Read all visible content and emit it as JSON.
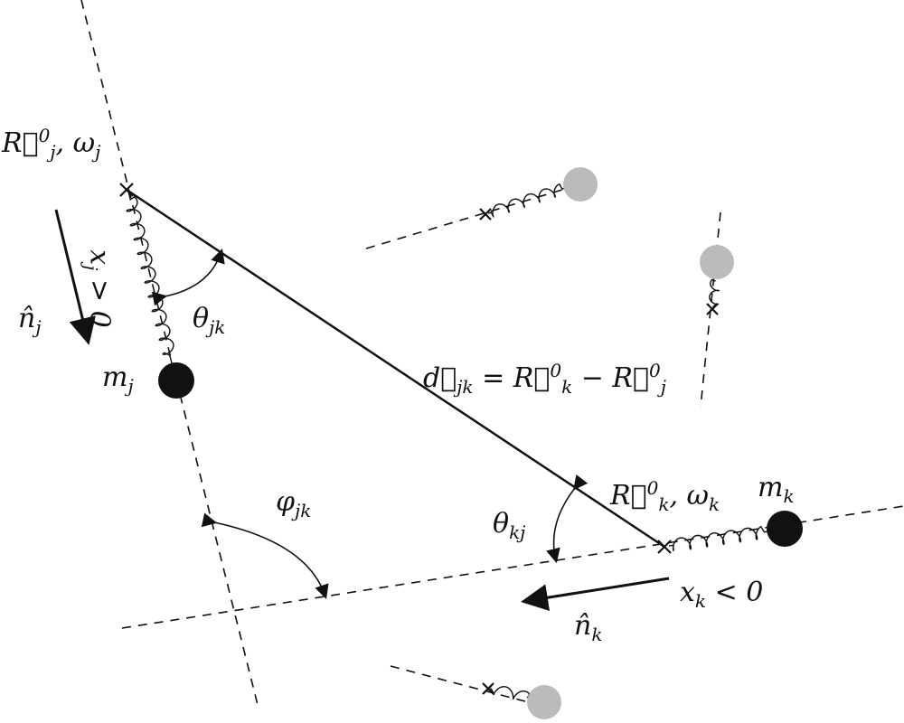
{
  "labels": {
    "Rj": "R⃗",
    "Rj_sup": "0",
    "Rj_sub": "j",
    "omega_j": ", ω",
    "omega_j_sub": "j",
    "xj": "x",
    "xj_sub": "j",
    "xj_rel": " > 0",
    "nj": "n̂",
    "nj_sub": "j",
    "theta_jk": "θ",
    "theta_jk_sub": "jk",
    "mj": "m",
    "mj_sub": "j",
    "d": "d⃗",
    "d_sub": "jk",
    "eq": " = R⃗",
    "eq_sup1": "0",
    "eq_sub1": "k",
    "minus": " − R⃗",
    "eq_sup2": "0",
    "eq_sub2": "j",
    "phi_jk": "φ",
    "phi_jk_sub": "jk",
    "theta_kj": "θ",
    "theta_kj_sub": "kj",
    "Rk": "R⃗",
    "Rk_sup": "0",
    "Rk_sub": "k",
    "omega_k": ", ω",
    "omega_k_sub": "k",
    "mk": "m",
    "mk_sub": "k",
    "xk": "x",
    "xk_sub": "k",
    "xk_rel": " < 0",
    "nk": "n̂",
    "nk_sub": "k"
  },
  "colors": {
    "ink": "#111111",
    "ghost_mass": "#bbbbbb"
  }
}
